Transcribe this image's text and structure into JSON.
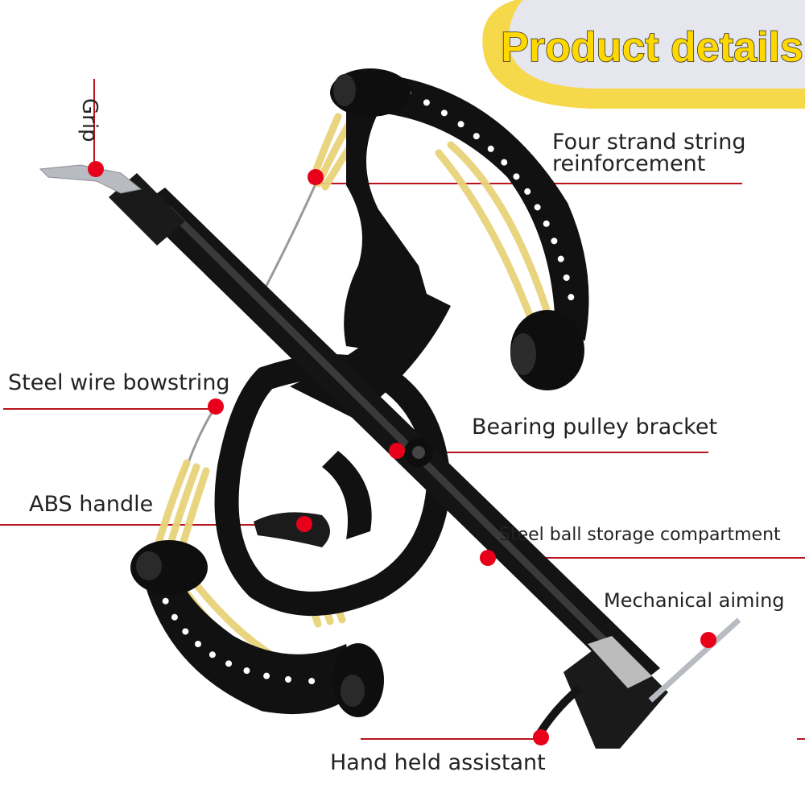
{
  "banner": {
    "title": "Product details",
    "title_color": "#ffd800",
    "title_outline_color": "#2a2a2a",
    "bg_color": "#e6e6ee",
    "frame_color": "#f5d94a"
  },
  "colors": {
    "leader_line": "#b8141e",
    "marker_dot": "#e8001a",
    "bow_frame": "#111111",
    "rubber_band": "#e8d27a",
    "steel_cable": "#9a9a9a",
    "grip_metal": "#b8bcc2"
  },
  "labels": {
    "grip": "Grip",
    "four_strand": "Four strand string",
    "reinforcement": "reinforcement",
    "steel_wire": "Steel wire bowstring",
    "bearing_pulley": "Bearing pulley bracket",
    "abs_handle": "ABS handle",
    "steel_ball": "Steel ball storage compartment",
    "mechanical_aiming": "Mechanical aiming",
    "hand_held": "Hand held assistant"
  }
}
